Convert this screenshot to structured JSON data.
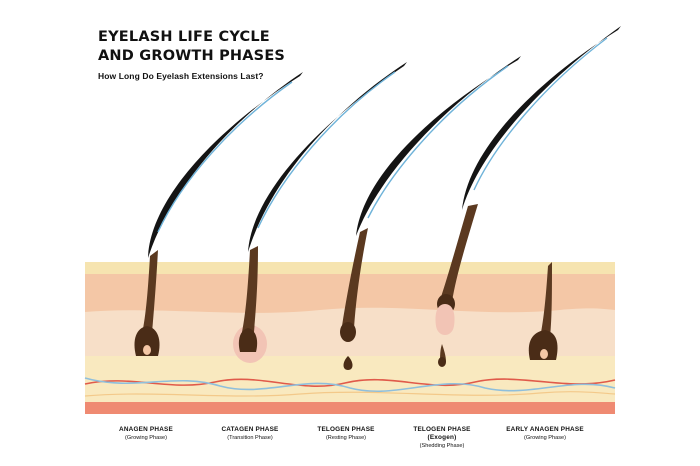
{
  "title": {
    "line1": "EYELASH LIFE CYCLE",
    "line2": "AND GROWTH PHASES",
    "subtitle": "How Long Do Eyelash Extensions Last?"
  },
  "phases": [
    {
      "name": "ANAGEN PHASE",
      "extra": "",
      "sub": "(Growing Phase)"
    },
    {
      "name": "CATAGEN PHASE",
      "extra": "",
      "sub": "(Transition Phase)"
    },
    {
      "name": "TELOGEN PHASE",
      "extra": "",
      "sub": "(Resting Phase)"
    },
    {
      "name": "TELOGEN PHASE",
      "extra": "(Exogen)",
      "sub": "(Shedding Phase)"
    },
    {
      "name": "EARLY ANAGEN PHASE",
      "extra": "",
      "sub": "(Growing Phase)"
    }
  ],
  "colors": {
    "skin_top": "#f2c9a8",
    "dermis": "#f6ddc6",
    "fat_layer": "#f8e8bf",
    "hair_brown": "#5b3920",
    "lash_black": "#141414",
    "lash_highlight": "#6fb3d9",
    "blood_red": "#e05a4a",
    "vessel_blue": "#8fbfdc"
  }
}
